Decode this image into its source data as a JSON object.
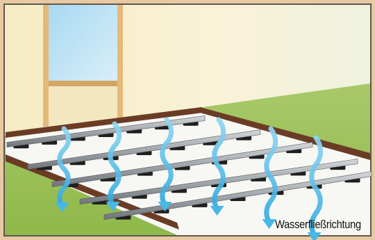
{
  "caption": "Wasserfließrichtung",
  "colors": {
    "frame_bg": "#e8c9a3",
    "wall": "#f7eec9",
    "lawn": "#9fc25a",
    "floor": "#f7f7f4",
    "beam": "#6b3c25",
    "joist": "#a9aeb2",
    "pad": "#1f1f1f",
    "arrow": "#47b8e6"
  },
  "icons": [
    "window-frame",
    "water-flow-arrow",
    "aluminium-joist",
    "support-pad",
    "wooden-frame"
  ]
}
